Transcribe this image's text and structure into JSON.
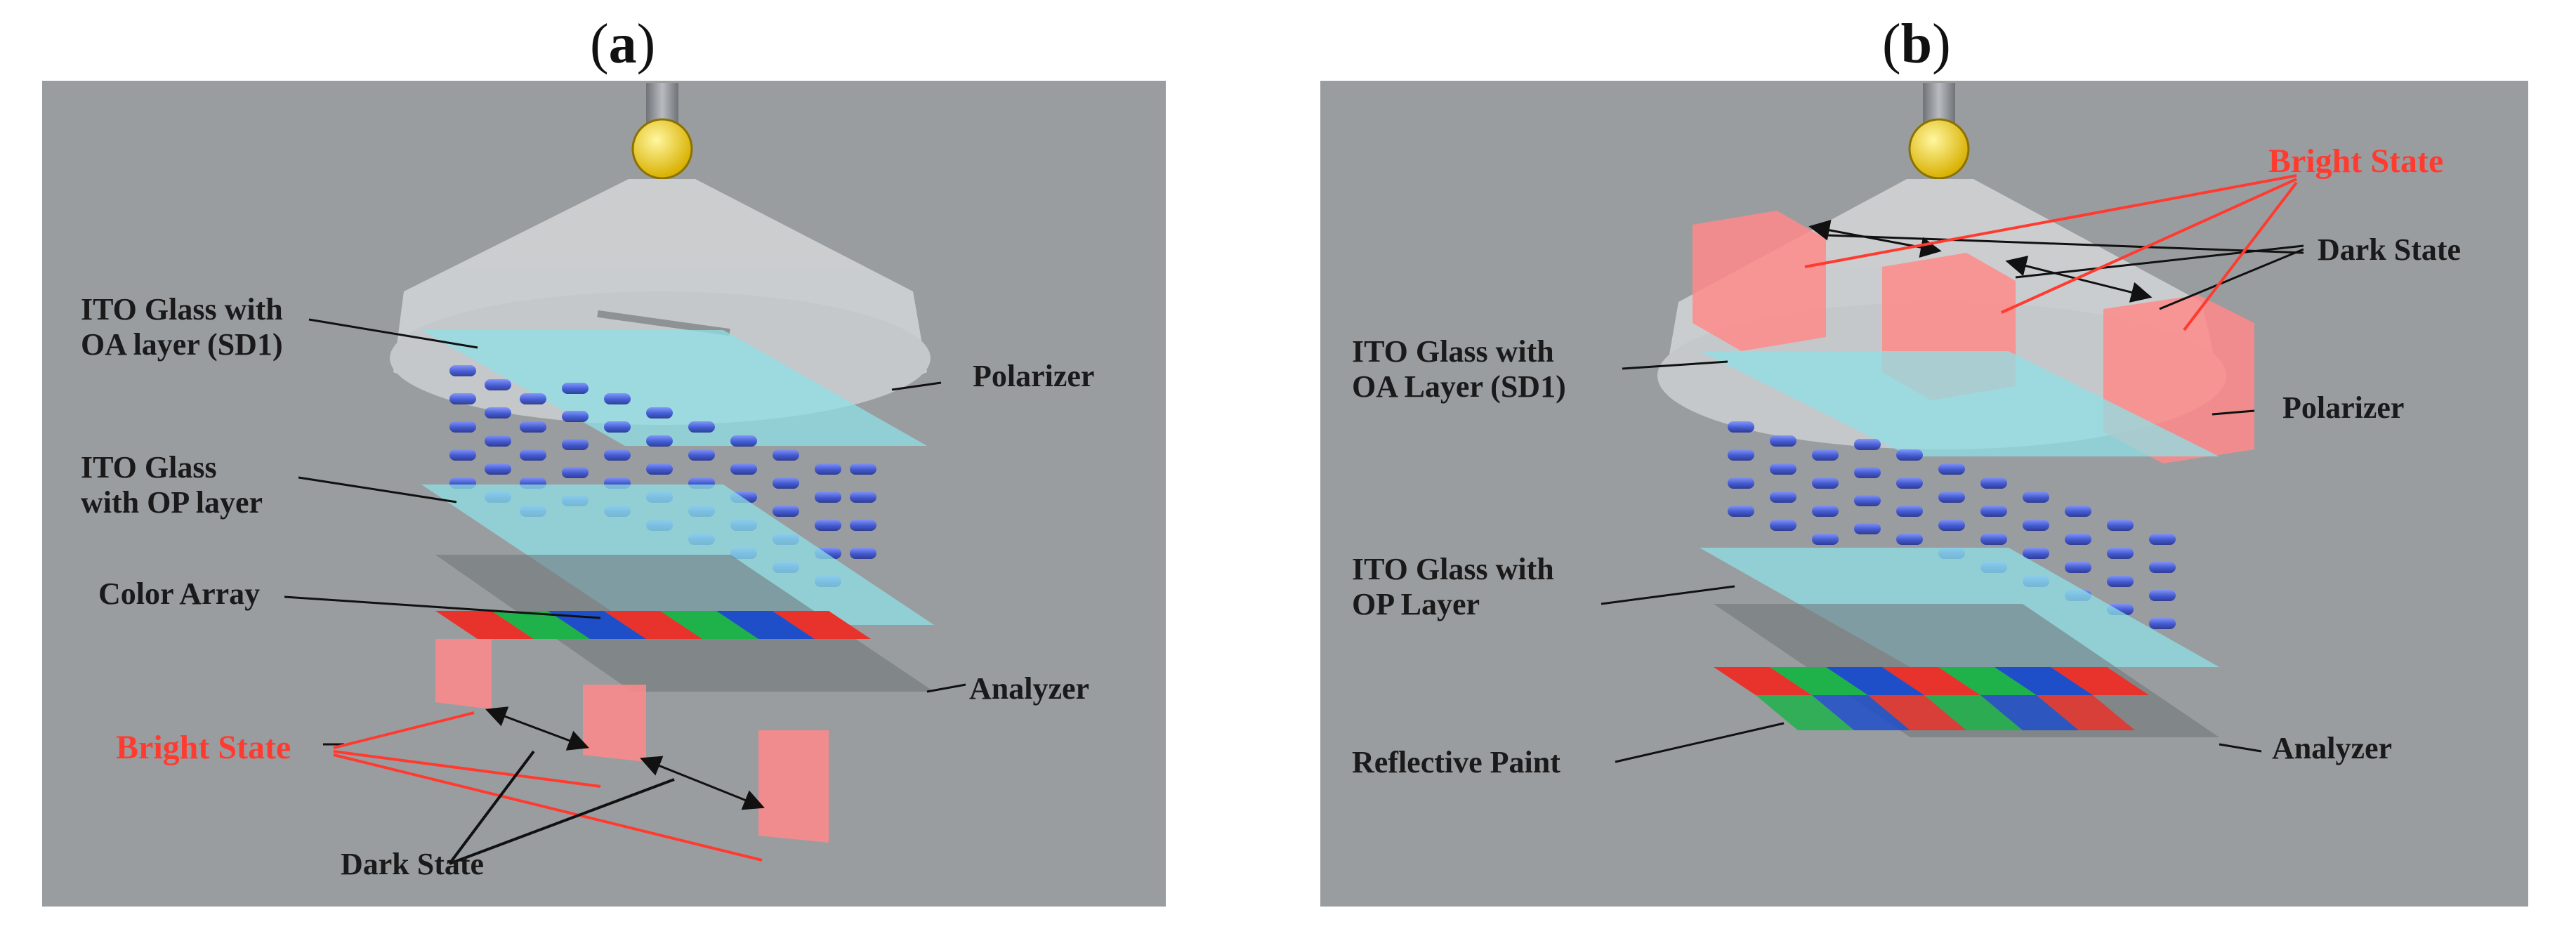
{
  "panels": [
    {
      "tag_open": "(",
      "tag": "a",
      "tag_close": ")",
      "labels": {
        "ito_oa_1": "ITO Glass with",
        "ito_oa_2": "OA layer (SD1)",
        "ito_op_1": "ITO Glass",
        "ito_op_2": "with OP layer",
        "color_array": "Color Array",
        "polarizer": "Polarizer",
        "analyzer": "Analyzer",
        "bright_state": "Bright State",
        "dark_state": "Dark State"
      }
    },
    {
      "tag_open": "(",
      "tag": "b",
      "tag_close": ")",
      "labels": {
        "ito_oa_1": "ITO Glass with",
        "ito_oa_2": "OA Layer (SD1)",
        "ito_op_1": "ITO Glass with",
        "ito_op_2": "OP Layer",
        "reflective_paint": "Reflective Paint",
        "polarizer": "Polarizer",
        "analyzer": "Analyzer",
        "bright_state": "Bright State",
        "dark_state": "Dark State"
      }
    }
  ],
  "colors": {
    "background": "#9a9da0",
    "glass": "#8fe0e6",
    "lc_molecule": "#3f57d8",
    "red_pixel": "#e8322c",
    "green_pixel": "#1fb24a",
    "blue_pixel": "#1f4fc8",
    "bright_box": "#ff8a8a",
    "label_red": "#ff3b30",
    "bulb": "#f2d21b"
  }
}
